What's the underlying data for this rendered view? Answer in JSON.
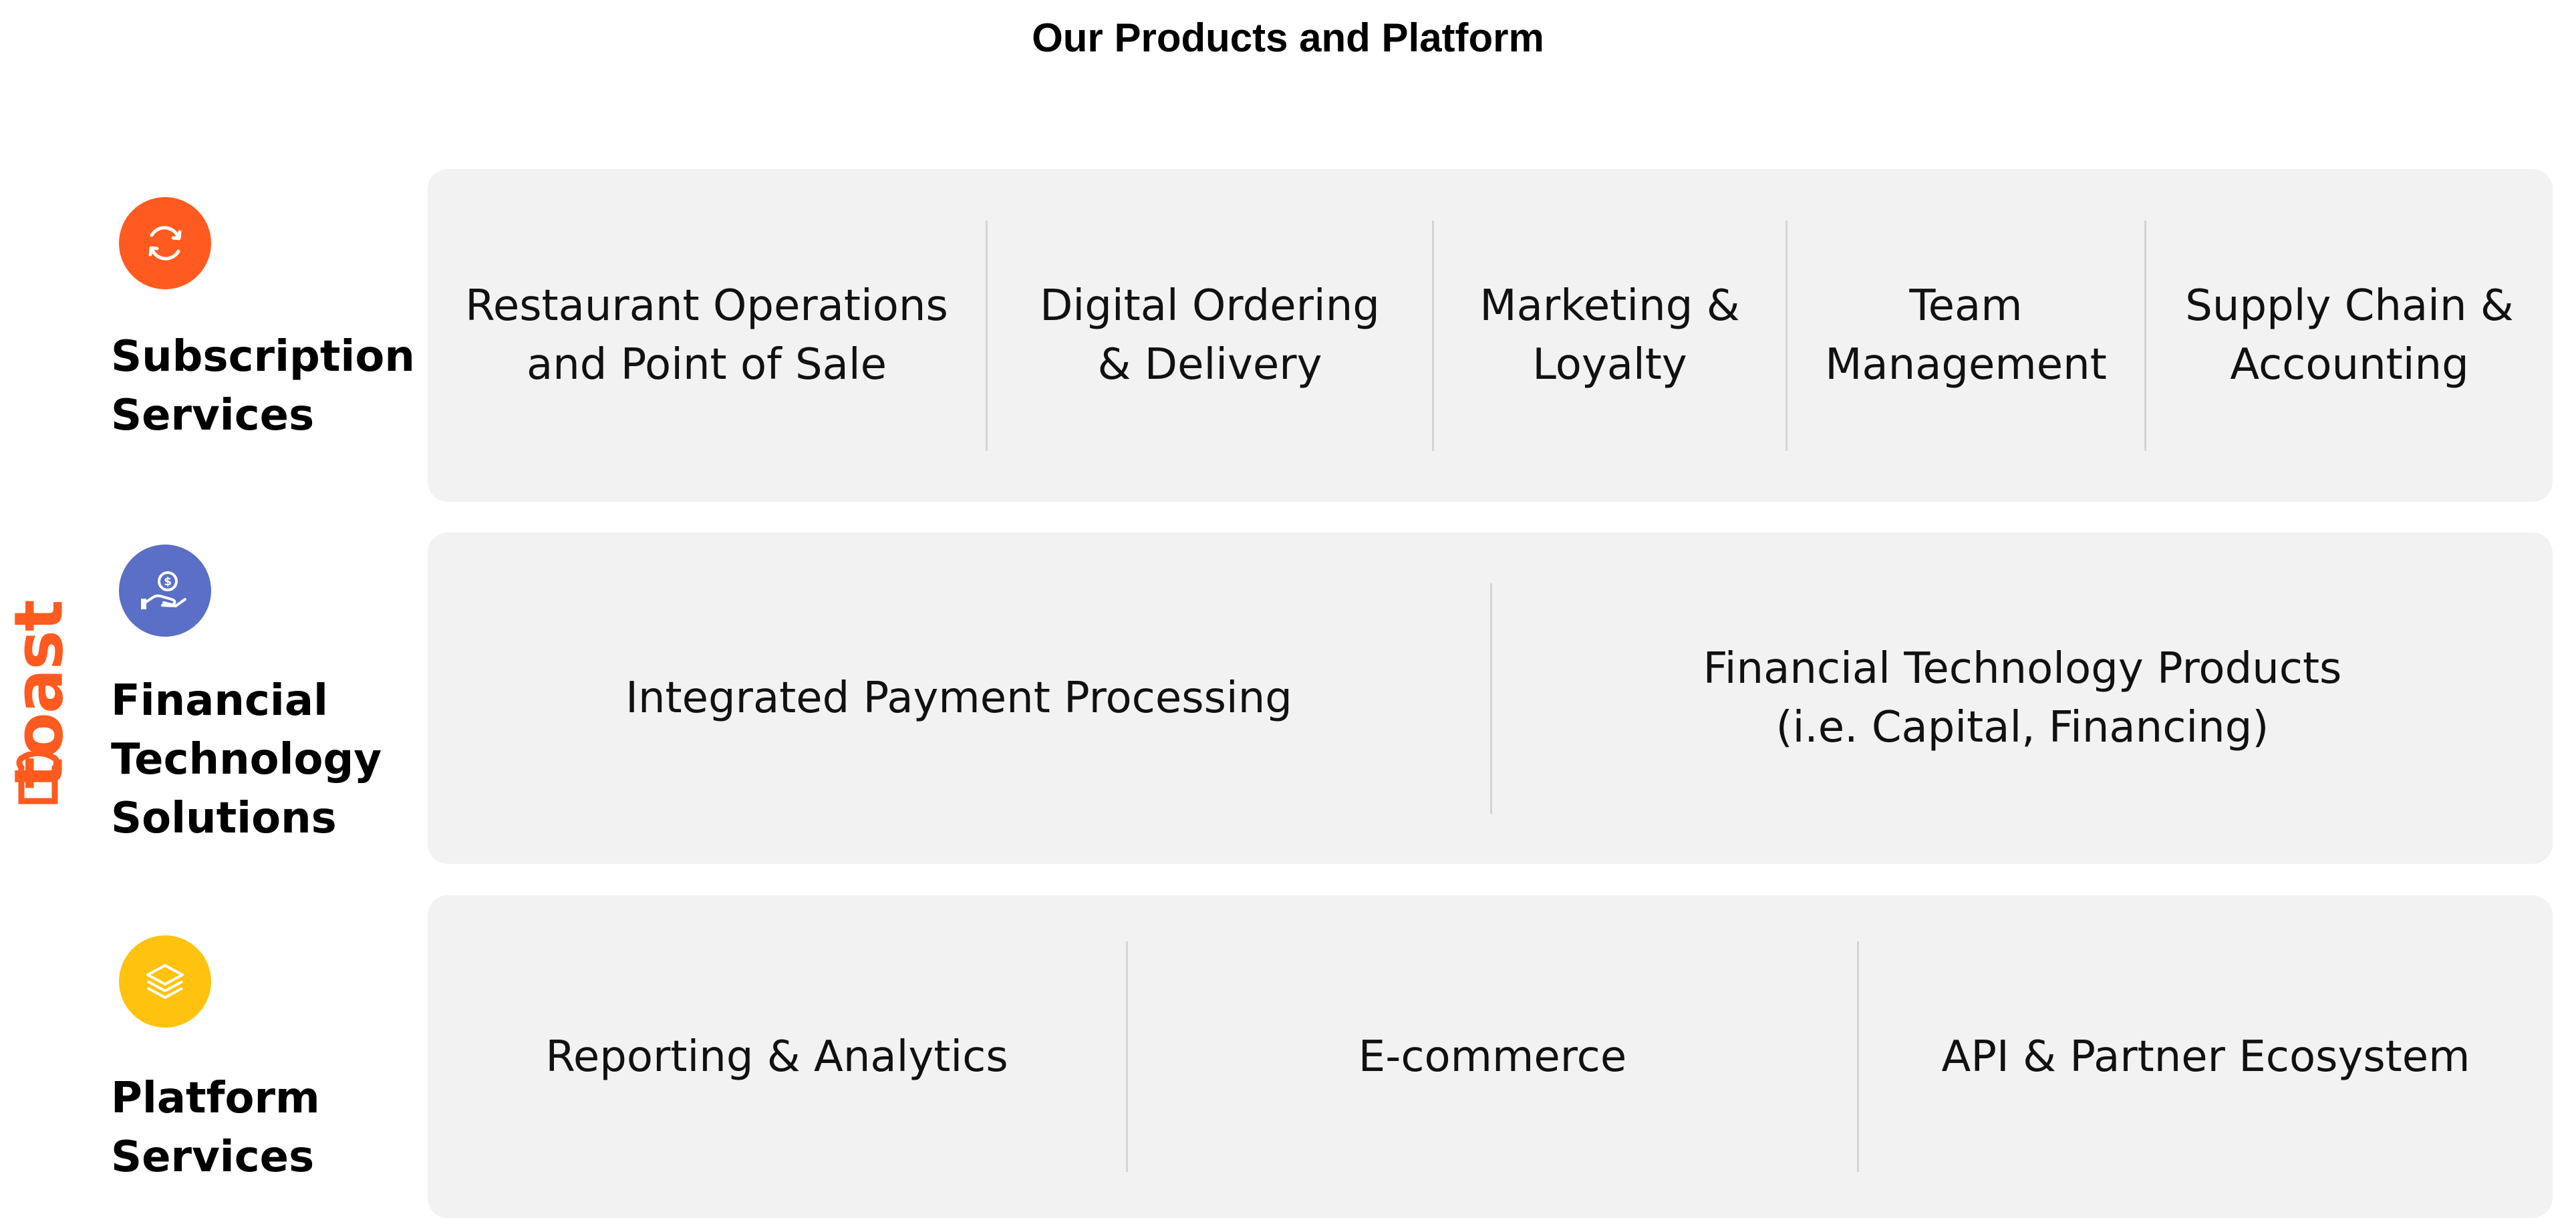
{
  "title": "Our Products and Platform",
  "brand": {
    "logo_text": "toast",
    "color": "#ff5a1f"
  },
  "rows": [
    {
      "label": [
        "Subscription",
        "Services"
      ],
      "icon": "refresh-icon",
      "icon_color": "#ff5a1f",
      "items": [
        [
          "Restaurant Operations",
          "and Point of Sale"
        ],
        [
          "Digital Ordering",
          "& Delivery"
        ],
        [
          "Marketing &",
          "Loyalty"
        ],
        [
          "Team",
          "Management"
        ],
        [
          "Supply Chain &",
          "Accounting"
        ]
      ]
    },
    {
      "label": [
        "Financial",
        "Technology",
        "Solutions"
      ],
      "icon": "hand-dollar-icon",
      "icon_color": "#5a6fc5",
      "items": [
        [
          "Integrated Payment Processing"
        ],
        [
          "Financial Technology Products",
          "(i.e. Capital, Financing)"
        ]
      ]
    },
    {
      "label": [
        "Platform",
        "Services"
      ],
      "icon": "layers-icon",
      "icon_color": "#ffc20e",
      "items": [
        [
          "Reporting & Analytics"
        ],
        [
          "E-commerce"
        ],
        [
          "API & Partner Ecosystem"
        ]
      ]
    }
  ]
}
